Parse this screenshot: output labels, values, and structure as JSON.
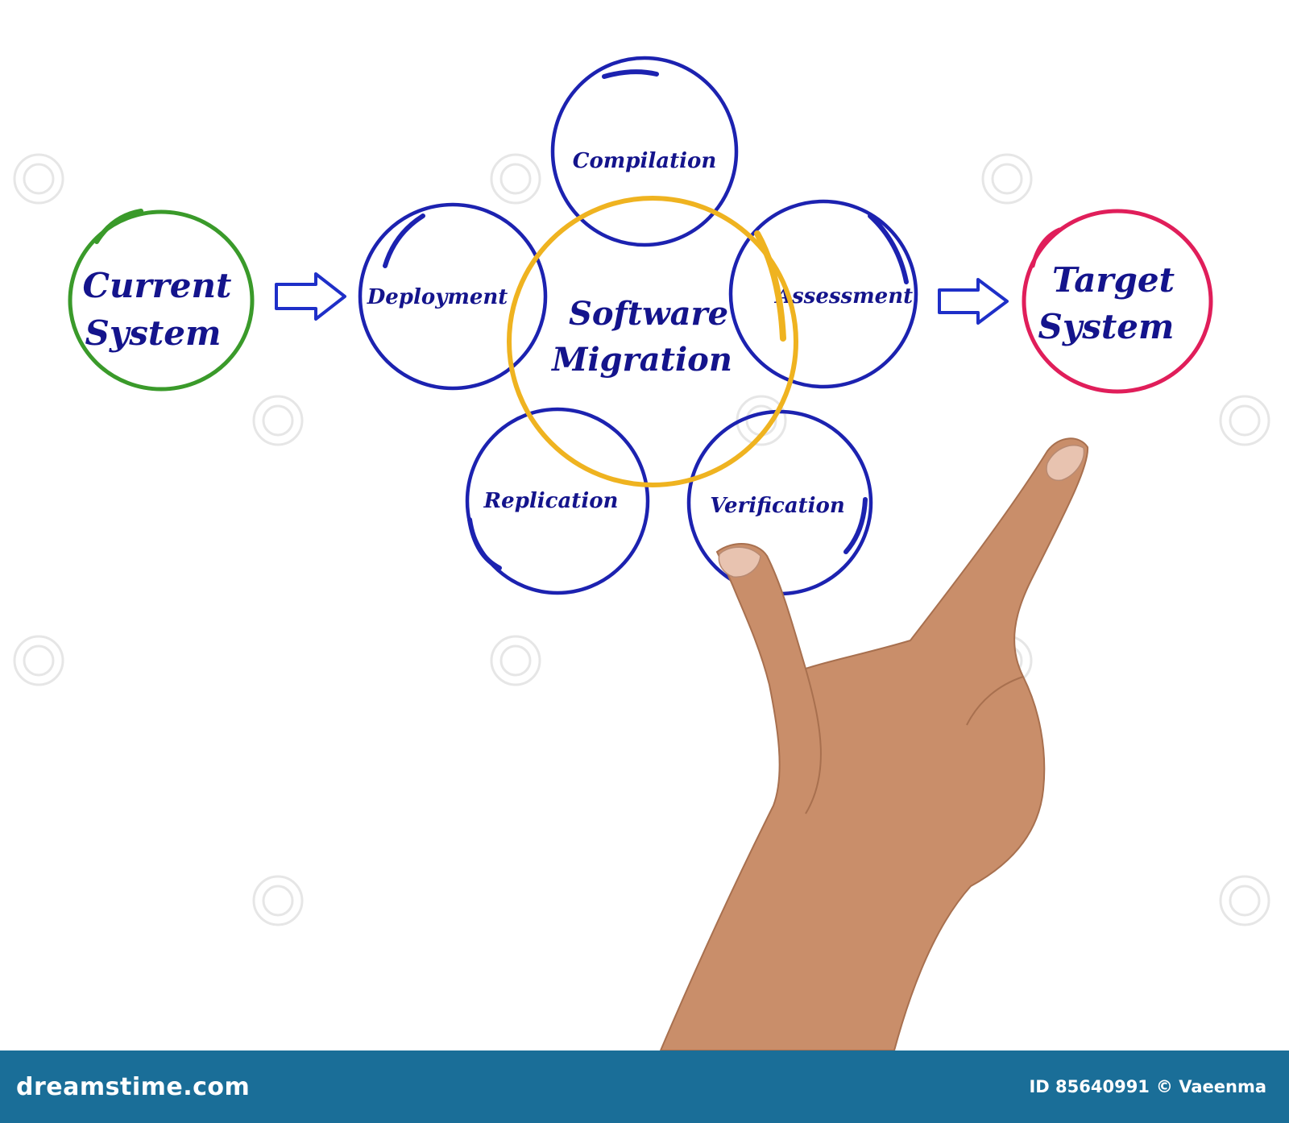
{
  "diagram": {
    "current": {
      "line1": "Current",
      "line2": "System"
    },
    "center": {
      "line1": "Software",
      "line2": "Migration"
    },
    "target": {
      "line1": "Target",
      "line2": "System"
    },
    "steps": [
      "Compilation",
      "Deployment",
      "Assessment",
      "Replication",
      "Verification"
    ],
    "colors": {
      "current": "#3a9a2a",
      "center": "#efb320",
      "steps": "#1c22b0",
      "target": "#e01e5a",
      "text": "#14148c",
      "arrow": "#1e2fc8"
    }
  },
  "footer": {
    "brand": "dreamstime.com",
    "id_text": "ID 85640991",
    "credit_text": "© Vaeenma",
    "background": "#1a6e98"
  }
}
